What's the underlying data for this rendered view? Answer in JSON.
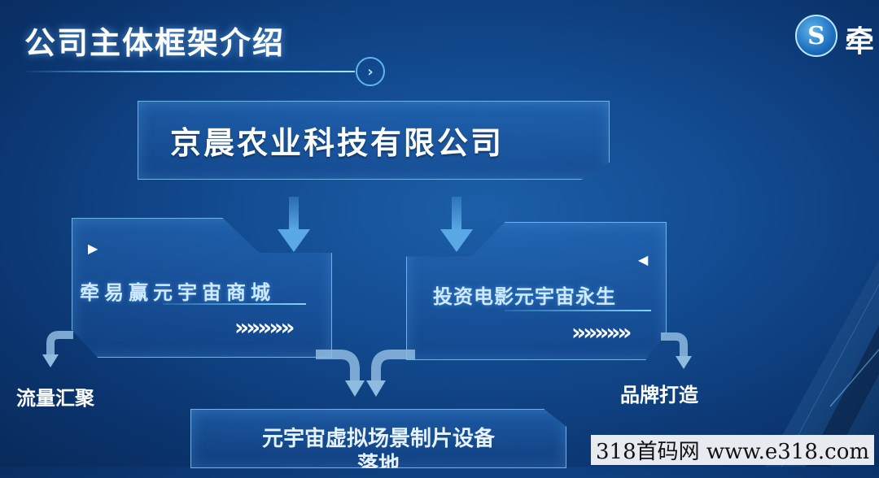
{
  "header": {
    "title": "公司主体框架介绍",
    "nav_symbol": "›",
    "logo_glyph": "S",
    "logo_text": "牵"
  },
  "company": {
    "name": "京晨农业科技有限公司"
  },
  "branches": {
    "left": {
      "label": "牵易赢元宇宙商城",
      "play_symbol": "▶",
      "chevrons": "»»»»»"
    },
    "right": {
      "label": "投资电影元宇宙永生",
      "play_symbol": "◀",
      "chevrons": "»»»»»"
    }
  },
  "outcomes": {
    "left": "流量汇聚",
    "right": "品牌打造",
    "bottom_line1": "元宇宙虚拟场景制片设备",
    "bottom_line2": "落地"
  },
  "watermark": "318首码网  www.e318.com",
  "colors": {
    "background": "#124a8f",
    "panel_border": "#6fb2e8",
    "arrow": "#5aa9e6",
    "accent_line": "#7fd6ff"
  }
}
